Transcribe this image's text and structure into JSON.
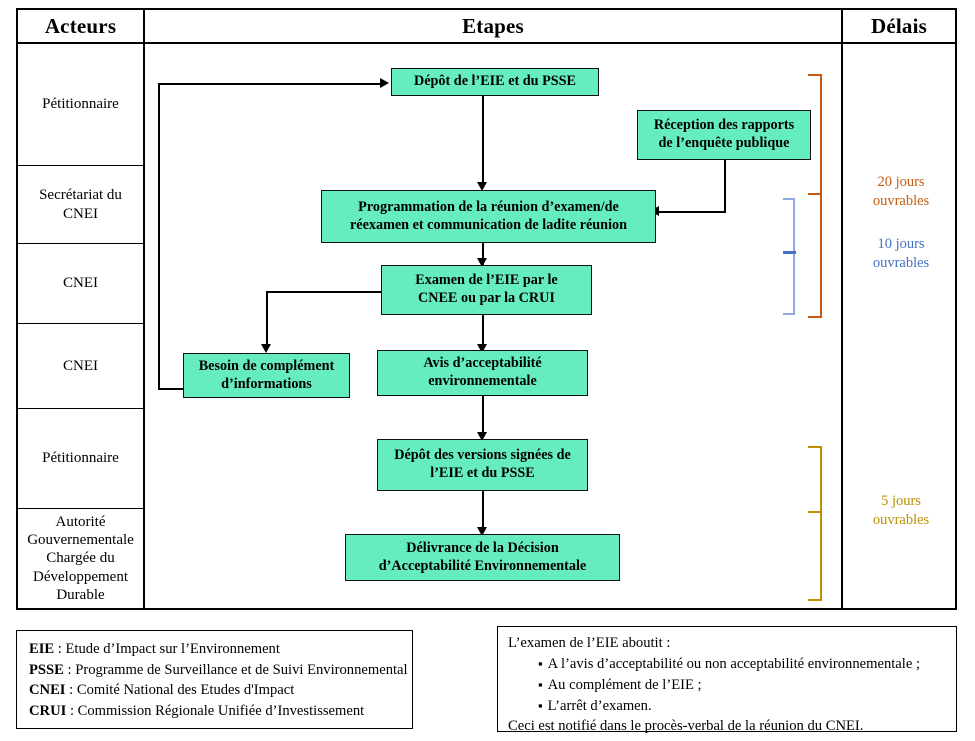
{
  "table": {
    "headers": [
      {
        "id": "acteurs",
        "label": "Acteurs"
      },
      {
        "id": "etapes",
        "label": "Etapes"
      },
      {
        "id": "delais",
        "label": "Délais"
      }
    ],
    "actors": [
      {
        "id": "actor-1",
        "label": "Pétitionnaire"
      },
      {
        "id": "actor-2",
        "label": "Secrétariat du\nCNEI"
      },
      {
        "id": "actor-3",
        "label": "CNEI"
      },
      {
        "id": "actor-4",
        "label": "CNEI"
      },
      {
        "id": "actor-5",
        "label": "Pétitionnaire"
      },
      {
        "id": "actor-6",
        "label": "Autorité\nGouvernementale\nChargée du\nDéveloppement\nDurable"
      }
    ]
  },
  "flow": {
    "node_fill": "#66EDBE",
    "nodes": [
      {
        "id": "depot-eie-psse",
        "label": "Dépôt de l’EIE et du PSSE"
      },
      {
        "id": "reception-rapports",
        "label": "Réception des rapports\nde l’enquête publique"
      },
      {
        "id": "programmation-reunion",
        "label": "Programmation de la réunion d’examen/de\nréexamen et communication de ladite réunion"
      },
      {
        "id": "examen-eie",
        "label": "Examen de l’EIE par le\nCNEE ou par la CRUI"
      },
      {
        "id": "besoin-complement",
        "label": "Besoin de complément\nd’informations"
      },
      {
        "id": "avis-acceptabilite",
        "label": "Avis d’acceptabilité\nenvironnementale"
      },
      {
        "id": "depot-versions-signees",
        "label": "Dépôt des versions signées de\nl’EIE et du PSSE"
      },
      {
        "id": "delivrance-decision",
        "label": "Délivrance de la Décision\nd’Acceptabilité Environnementale"
      }
    ]
  },
  "delais": [
    {
      "id": "delai-20",
      "label": "20 jours\nouvrables",
      "color": "#C55A11"
    },
    {
      "id": "delai-10",
      "label": "10 jours\nouvrables",
      "color": "#4472C4"
    },
    {
      "id": "delai-5",
      "label": "5 jours\nouvrables",
      "color": "#BF9000"
    }
  ],
  "legend_left": {
    "rows": [
      {
        "abbr": "EIE",
        "sep": " : ",
        "text": "Etude d’Impact sur l’Environnement"
      },
      {
        "abbr": "PSSE",
        "sep": " : ",
        "text": "Programme de Surveillance et de Suivi Environnemental"
      },
      {
        "abbr": "CNEI",
        "sep": " : ",
        "text": "Comité National des Etudes d'Impact"
      },
      {
        "abbr": "CRUI",
        "sep": " : ",
        "text": "Commission Régionale Unifiée d’Investissement"
      }
    ]
  },
  "legend_right": {
    "intro": "L’examen de l’EIE aboutit :",
    "bullets": [
      "A l’avis d’acceptabilité ou non acceptabilité environnementale ;",
      "Au complément de l’EIE ;",
      "L’arrêt d’examen."
    ],
    "outro": "Ceci est notifié dans le procès-verbal de la réunion du CNEI."
  }
}
